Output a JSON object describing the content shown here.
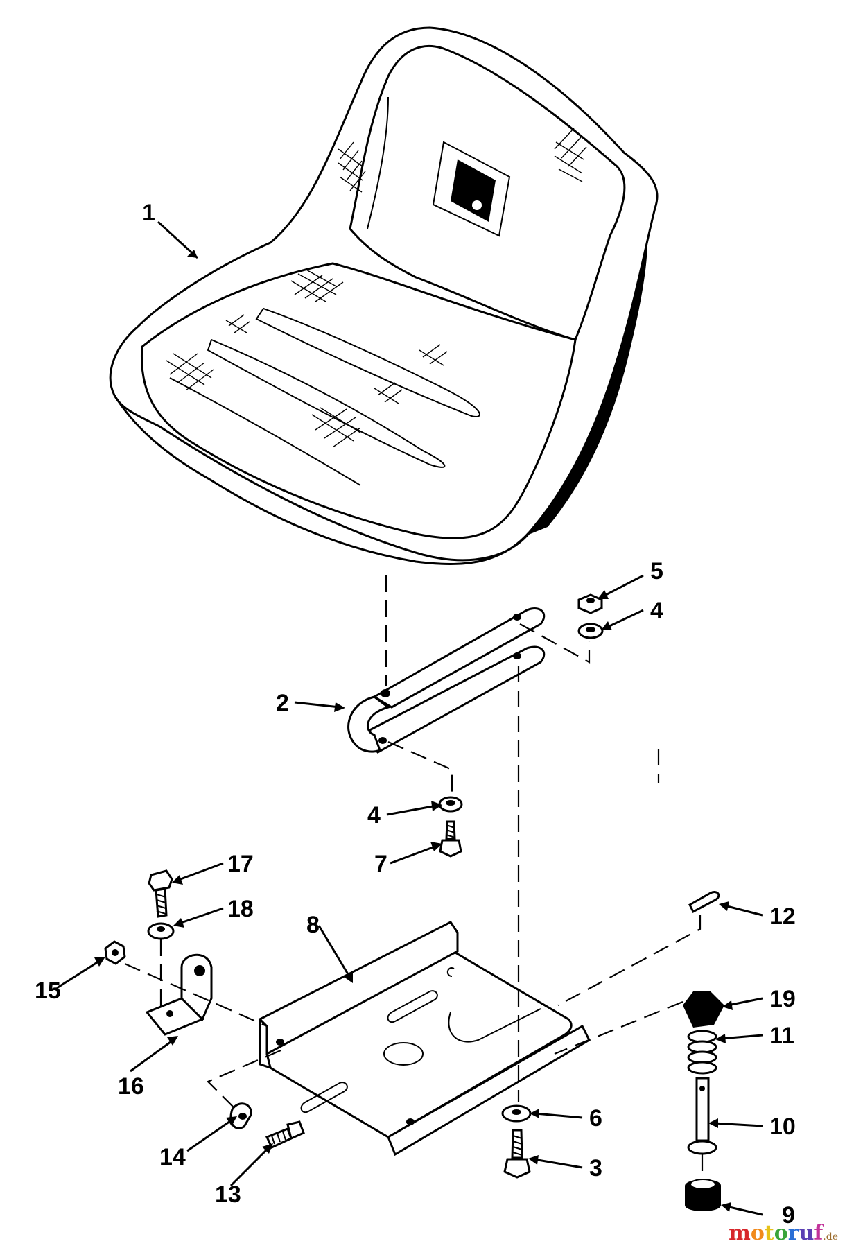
{
  "callouts": {
    "c1": "1",
    "c2": "2",
    "c3": "3",
    "c4a": "4",
    "c4b": "4",
    "c5": "5",
    "c6": "6",
    "c7": "7",
    "c8": "8",
    "c9": "9",
    "c10": "10",
    "c11": "11",
    "c12": "12",
    "c13": "13",
    "c14": "14",
    "c15": "15",
    "c16": "16",
    "c17": "17",
    "c18": "18",
    "c19": "19"
  },
  "watermark": {
    "letters": [
      "m",
      "o",
      "t",
      "o",
      "r",
      "u",
      "f"
    ],
    "colors": [
      "#d7262b",
      "#f18a1c",
      "#e6c21a",
      "#3aa43a",
      "#2a6fd6",
      "#5b3fb3",
      "#c2339a"
    ],
    "suffix": ".de"
  }
}
